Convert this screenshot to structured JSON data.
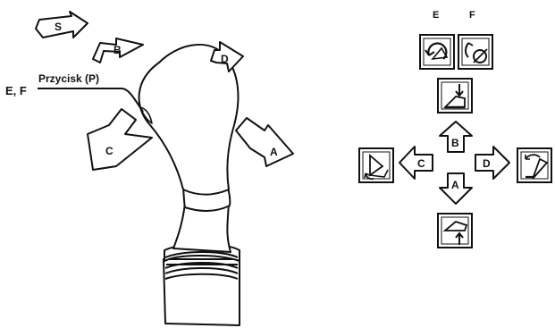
{
  "joystick": {
    "arrows": {
      "s": "S",
      "b": "B",
      "d": "D",
      "c": "C",
      "a": "A"
    },
    "button_callout": "Przycisk (P)",
    "ef_callout": "E, F"
  },
  "legend": {
    "top_labels": {
      "e": "E",
      "f": "F"
    },
    "arrows": {
      "b": "B",
      "c": "C",
      "d": "D",
      "a": "A"
    }
  },
  "icons": [
    "bucket-curl-circle-icon",
    "bucket-dump-circle-icon",
    "boom-lower-icon",
    "bucket-curl-icon",
    "bucket-dump-icon",
    "boom-raise-icon"
  ]
}
